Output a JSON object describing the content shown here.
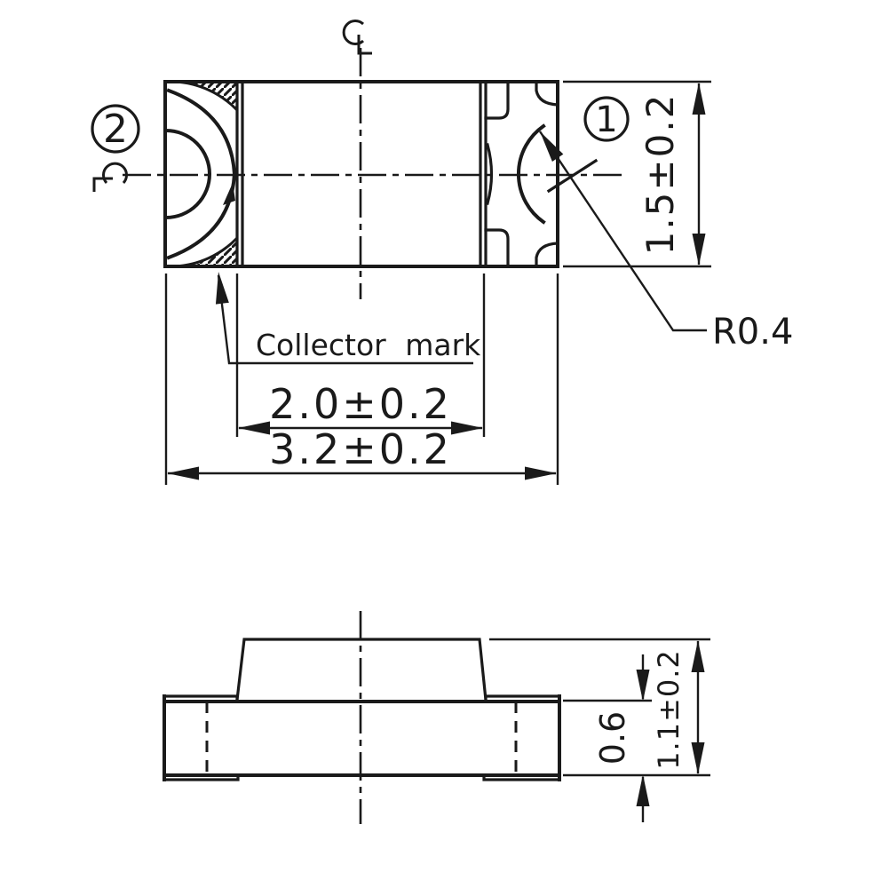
{
  "drawing": {
    "colors": {
      "line": "#1a1a1a",
      "background": "#ffffff"
    },
    "top_view": {
      "pin1_label": "1",
      "pin2_label": "2",
      "collector_mark_label": "Collector mark",
      "radius_label": "R0.4",
      "dim_body_height": "1.5±0.2",
      "dim_inner_width": "2.0±0.2",
      "dim_overall_width": "3.2±0.2",
      "centerline_symbol": "℄"
    },
    "side_view": {
      "dim_terminal_height": "0.6",
      "dim_overall_height": "1.1±0.2"
    }
  }
}
